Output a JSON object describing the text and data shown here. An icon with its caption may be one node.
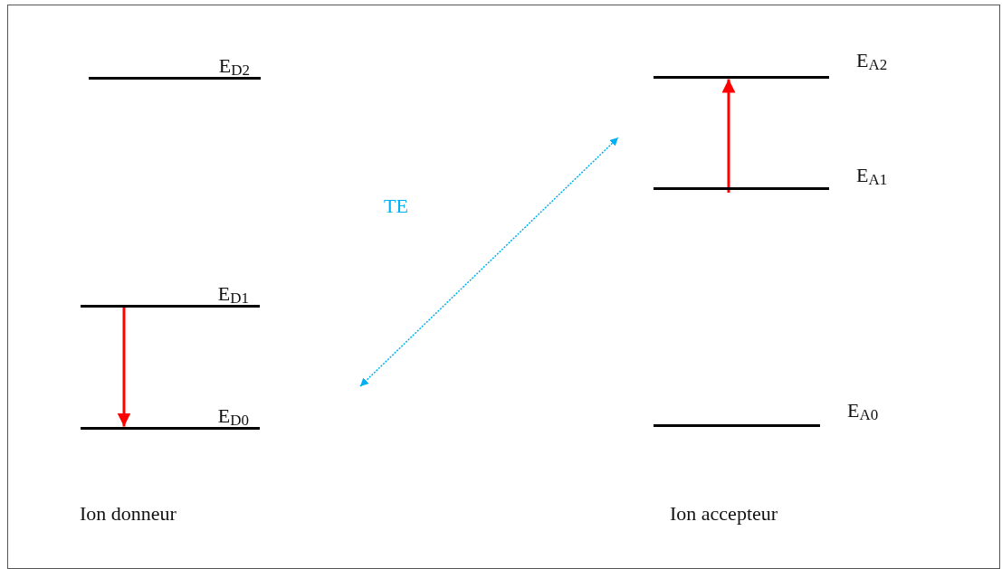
{
  "diagram": {
    "nodes": [
      {
        "text": [
          "E$_{D2}$"
        ]
      },
      {
        "text": [
          "E$_{D1}$"
        ]
      },
      {
        "text": [
          "E$_{D0}$"
        ]
      },
      {
        "text": [
          "E$_{A2}$"
        ]
      },
      {
        "text": [
          "E$_{A1}$"
        ]
      },
      {
        "text": [
          "E$_{A0}$"
        ]
      }
    ],
    "edges": [
      {
        "from": 1,
        "to": 2,
        "arrow": "to"
      },
      {
        "from": 4,
        "to": 3,
        "arrow": "to"
      }
    ],
    "labels": [
      "TE",
      "Ion donneur",
      "Ion accepteur"
    ]
  }
}
